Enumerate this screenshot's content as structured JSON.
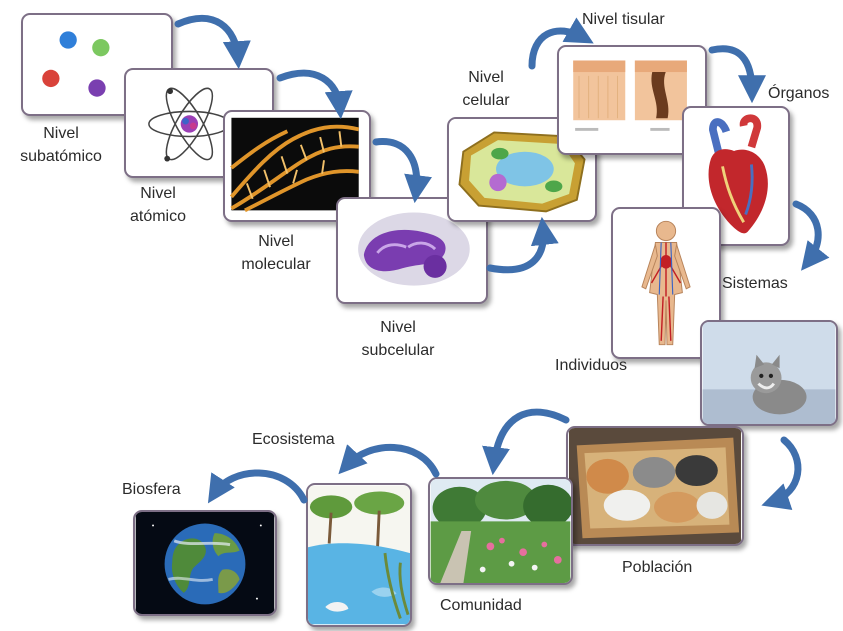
{
  "colors": {
    "arrow": "#3f6fad",
    "card_border": "#7d6f86",
    "label_text": "#2b2b2b"
  },
  "levels": {
    "subatomico": {
      "line1": "Nivel",
      "line2": "subatómico",
      "icon": "colored-dots-icon"
    },
    "atomico": {
      "line1": "Nivel",
      "line2": "atómico",
      "icon": "atom-icon"
    },
    "molecular": {
      "line1": "Nivel",
      "line2": "molecular",
      "icon": "dna-helix-icon"
    },
    "subcelular": {
      "line1": "Nivel",
      "line2": "subcelular",
      "icon": "organelle-icon"
    },
    "celular": {
      "line1": "Nivel",
      "line2": "celular",
      "icon": "plant-cell-icon"
    },
    "tisular": {
      "label": "Nivel tisular",
      "icon": "skin-tissue-icon"
    },
    "organos": {
      "label": "Órganos",
      "icon": "heart-icon"
    },
    "sistemas": {
      "label": "Sistemas",
      "icon": "human-body-icon"
    },
    "individuos": {
      "label": "Individuos",
      "icon": "kitten-icon"
    },
    "poblacion": {
      "label": "Población",
      "icon": "cats-in-box-icon"
    },
    "comunidad": {
      "label": "Comunidad",
      "icon": "garden-icon"
    },
    "ecosistema": {
      "label": "Ecosistema",
      "icon": "pond-ecosystem-icon"
    },
    "biosfera": {
      "label": "Biosfera",
      "icon": "earth-globe-icon"
    }
  }
}
